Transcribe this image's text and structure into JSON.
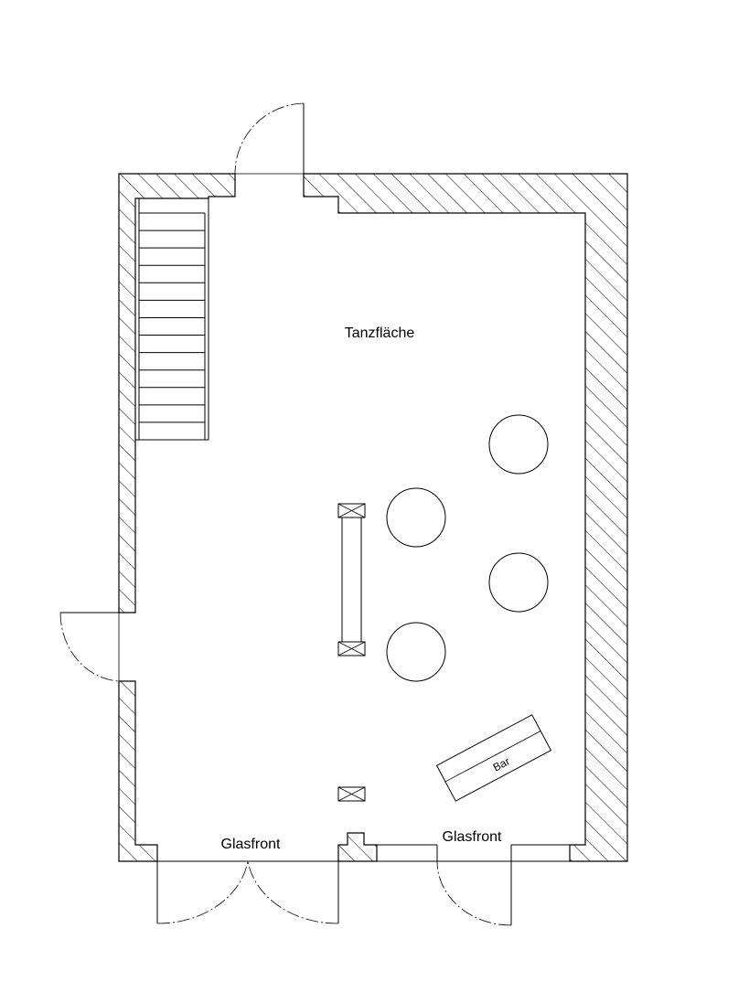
{
  "labels": {
    "dance_floor": "Tanzfläche",
    "glass_front_left": "Glasfront",
    "glass_front_right": "Glasfront",
    "bar": "Bar"
  },
  "stair": {
    "tread_count": 13
  },
  "tables": {
    "count": 4
  },
  "columns": {
    "count": 3
  },
  "colors": {
    "line": "#000000",
    "background": "#ffffff"
  }
}
